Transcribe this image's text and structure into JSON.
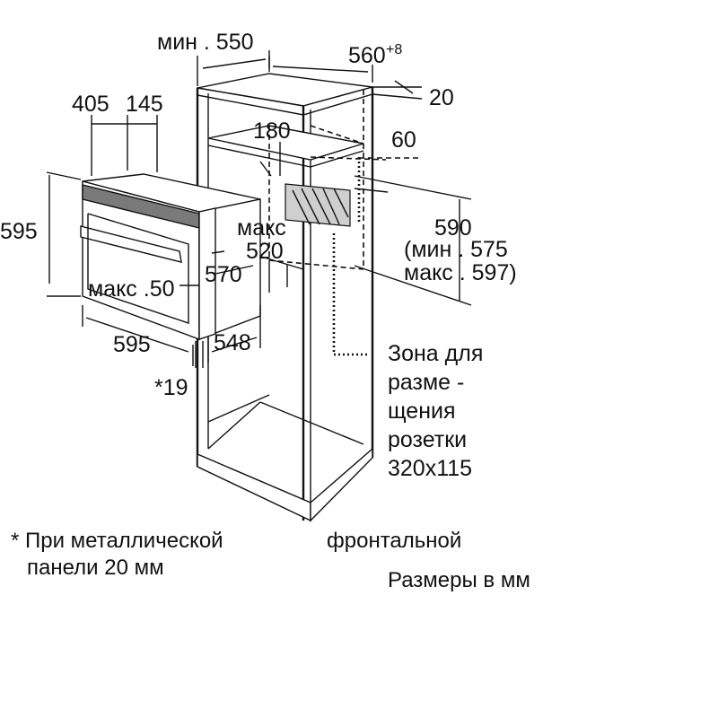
{
  "dimensions": {
    "cabinet_width": "мин . 550",
    "cabinet_depth": "560",
    "cabinet_depth_tolerance": "+8",
    "back_gap": "20",
    "control_depth_405": "405",
    "control_depth_145": "145",
    "shelf_gap": "180",
    "back_offset": "60",
    "oven_height": "595",
    "niche_height": "590",
    "niche_height_min": "(мин . 575",
    "niche_height_max": "макс . 597)",
    "max_label": "макс",
    "max_depth": "520",
    "body_depth": "570",
    "max_50": "макс .50",
    "oven_width": "595",
    "body_width": "548",
    "front_panel": "*19"
  },
  "outlet_zone": {
    "lines": [
      "Зона для",
      "разме -",
      "щения",
      "розетки",
      "320x115"
    ]
  },
  "footnote": {
    "part1": "* При металлической",
    "part2": "фронтальной",
    "line2": "панели  20 мм"
  },
  "units_note": "Размеры  в мм"
}
